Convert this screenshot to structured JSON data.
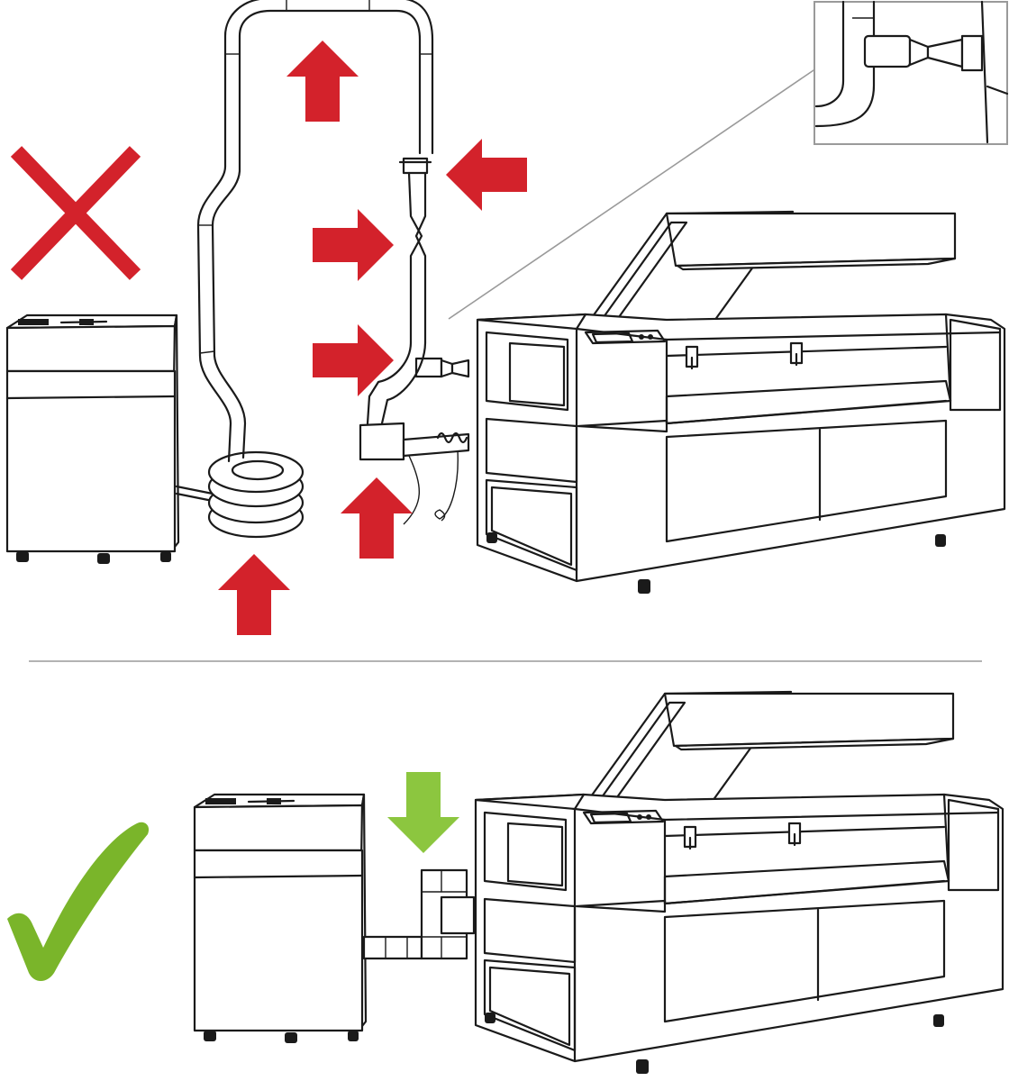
{
  "colors": {
    "wrong": "#d3222b",
    "correct": "#8cc63f",
    "correct_check": "#7ab52a",
    "line": "#1a1a1a",
    "divider": "#9a9a9a",
    "background": "#ffffff"
  },
  "panels": [
    {
      "name": "incorrect-setup",
      "verdict_icon": "cross-icon",
      "hose": "long-coiled-kinked",
      "problem_arrows": [
        {
          "icon": "arrow-up-icon",
          "points_to": "hose-top-bend"
        },
        {
          "icon": "arrow-left-icon",
          "points_to": "hose-clamp"
        },
        {
          "icon": "arrow-right-icon",
          "points_to": "hose-constriction"
        },
        {
          "icon": "arrow-right-icon",
          "points_to": "hose-adapter"
        },
        {
          "icon": "arrow-up-icon",
          "points_to": "hose-elbow"
        },
        {
          "icon": "arrow-up-icon",
          "points_to": "hose-coil"
        }
      ],
      "detail_inset": "adapter-close-up"
    },
    {
      "name": "correct-setup",
      "verdict_icon": "checkmark-icon",
      "hose": "short-direct",
      "indicator_arrows": [
        {
          "icon": "arrow-down-icon",
          "points_to": "short-duct"
        }
      ]
    }
  ]
}
